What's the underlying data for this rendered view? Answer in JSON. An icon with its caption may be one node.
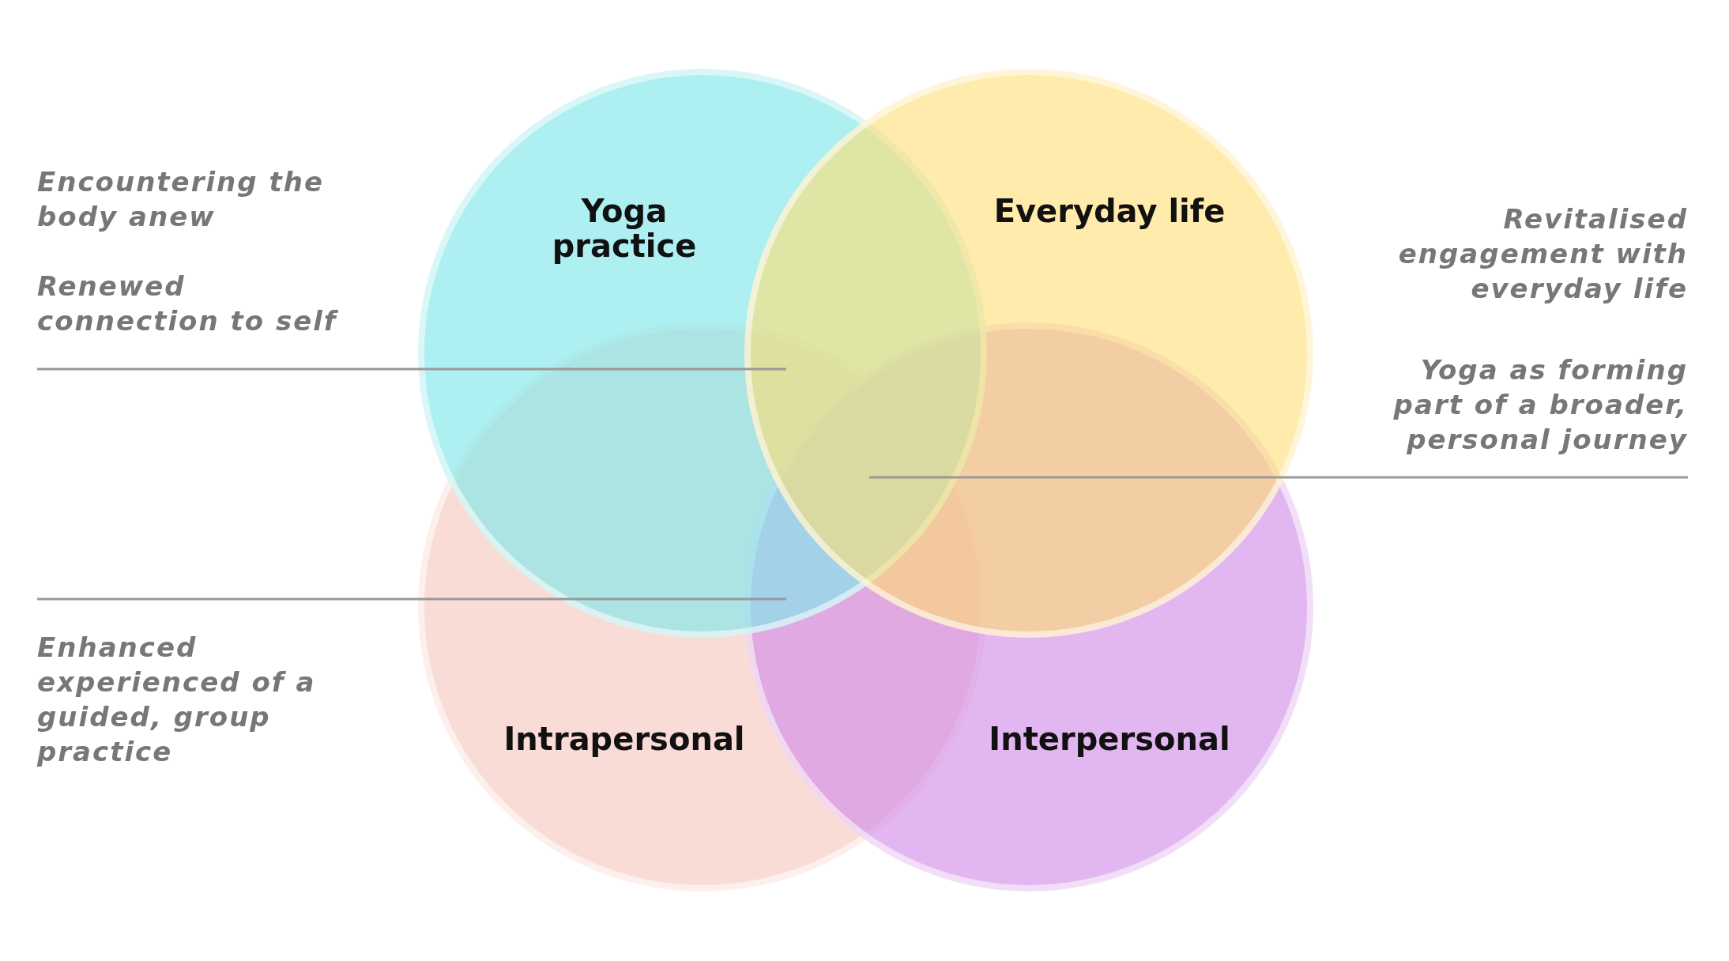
{
  "diagram": {
    "nodes": [
      {
        "text": [
          "Yoga practice"
        ]
      },
      {
        "text": [
          "Everyday life"
        ]
      },
      {
        "text": [
          "Intrapersonal"
        ]
      },
      {
        "text": [
          "Interpersonal"
        ]
      },
      {
        "text": [
          "Encountering the body anew"
        ]
      },
      {
        "text": [
          "Renewed connection to self"
        ]
      },
      {
        "text": [
          "Enhanced experienced of a guided, group practice"
        ]
      },
      {
        "text": [
          "Revitalised engagement with everyday life"
        ]
      },
      {
        "text": [
          "Yoga as forming part of a broader, personal journey"
        ]
      }
    ],
    "edges": [
      {
        "from": 5,
        "to": 0,
        "arrow": "none"
      },
      {
        "from": 6,
        "to": 0,
        "arrow": "none"
      },
      {
        "from": 8,
        "to": 0,
        "arrow": "none"
      }
    ]
  }
}
